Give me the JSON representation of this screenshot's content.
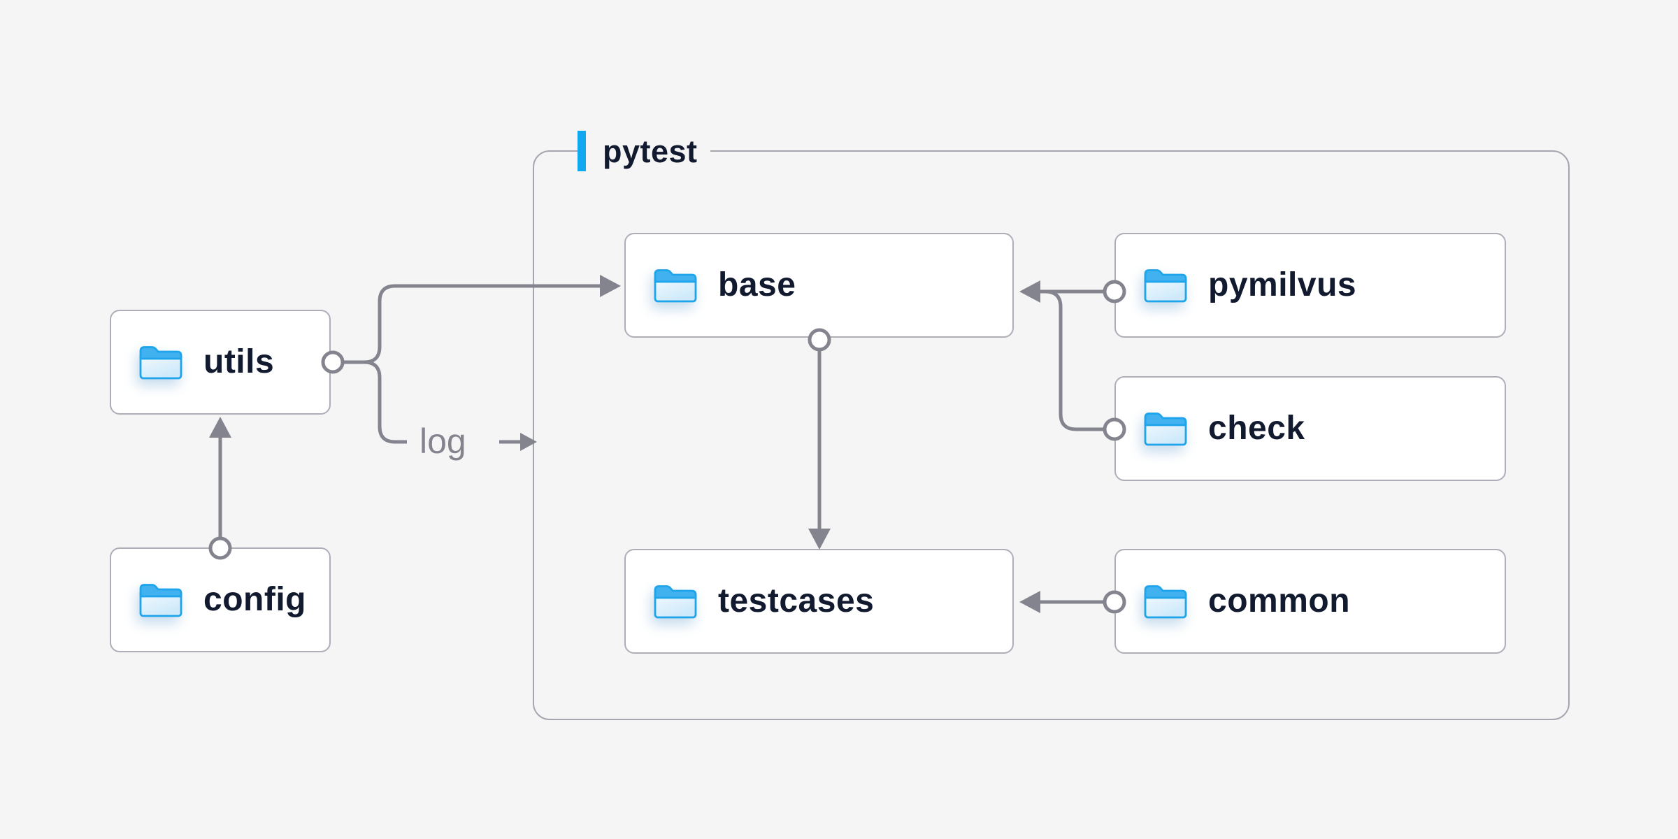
{
  "theme": {
    "bg": "#f5f5f6",
    "node-bg": "#ffffff",
    "node-border": "#aeaeb9",
    "group-border": "#a6a6b1",
    "edge": "#84848f",
    "text": "#111a2f",
    "accent": "#12a8ef",
    "folder-stroke": "#1ea4ea",
    "folder-tab": "#41b2ef",
    "folder-fill-light": "#f4fafe",
    "folder-fill-dark": "#cde9fa"
  },
  "diagram": {
    "type": "dependency-graph",
    "group_label": "pytest",
    "nodes": {
      "utils": {
        "label": "utils",
        "icon": "folder",
        "group": null
      },
      "config": {
        "label": "config",
        "icon": "folder",
        "group": null
      },
      "base": {
        "label": "base",
        "icon": "folder",
        "group": "pytest"
      },
      "pymilvus": {
        "label": "pymilvus",
        "icon": "folder",
        "group": "pytest"
      },
      "check": {
        "label": "check",
        "icon": "folder",
        "group": "pytest"
      },
      "testcases": {
        "label": "testcases",
        "icon": "folder",
        "group": "pytest"
      },
      "common": {
        "label": "common",
        "icon": "folder",
        "group": "pytest"
      }
    },
    "edges": [
      {
        "from": "config",
        "to": "utils",
        "label": ""
      },
      {
        "from": "utils",
        "to": "base",
        "label": ""
      },
      {
        "from": "utils",
        "to": "log",
        "label": "log"
      },
      {
        "from": "base",
        "to": "testcases",
        "label": ""
      },
      {
        "from": "pymilvus",
        "to": "base",
        "label": ""
      },
      {
        "from": "check",
        "to": "base",
        "label": ""
      },
      {
        "from": "common",
        "to": "testcases",
        "label": ""
      }
    ]
  }
}
